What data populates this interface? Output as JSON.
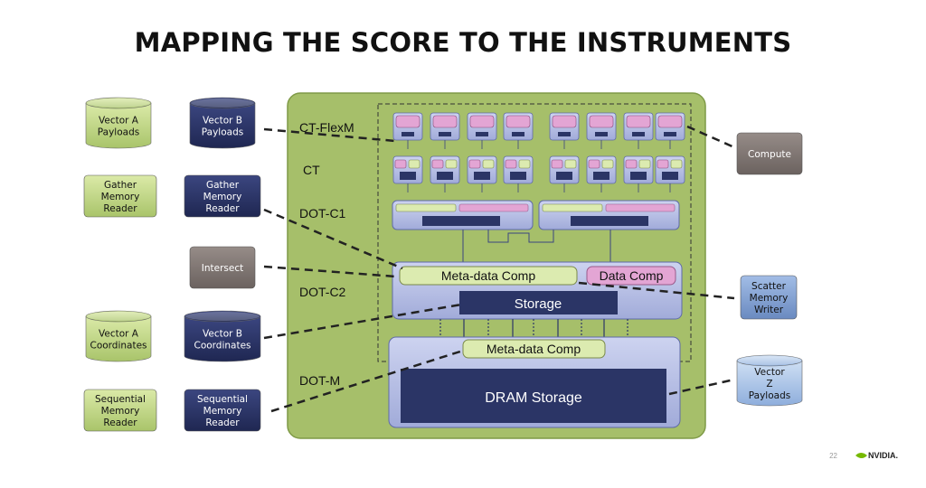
{
  "title": "MAPPING THE SCORE TO THE INSTRUMENTS",
  "page_number": "22",
  "logo_text": "NVIDIA.",
  "chip_labels": {
    "ct_flexm": "CT-FlexM",
    "ct": "CT",
    "dot_c1": "DOT-C1",
    "dot_c2": "DOT-C2",
    "dot_m": "DOT-M"
  },
  "blocks": {
    "meta_data_comp_c2": "Meta-data Comp",
    "data_comp": "Data Comp",
    "storage": "Storage",
    "meta_data_comp_m": "Meta-data Comp",
    "dram_storage": "DRAM Storage"
  },
  "left_items": {
    "vector_a_payloads": [
      "Vector A",
      "Payloads"
    ],
    "vector_b_payloads": [
      "Vector B",
      "Payloads"
    ],
    "gather_reader_a": [
      "Gather",
      "Memory",
      "Reader"
    ],
    "gather_reader_b": [
      "Gather",
      "Memory",
      "Reader"
    ],
    "intersect": [
      "Intersect"
    ],
    "vector_a_coordinates": [
      "Vector A",
      "Coordinates"
    ],
    "vector_b_coordinates": [
      "Vector B",
      "Coordinates"
    ],
    "sequential_reader_a": [
      "Sequential",
      "Memory",
      "Reader"
    ],
    "sequential_reader_b": [
      "Sequential",
      "Memory",
      "Reader"
    ]
  },
  "right_items": {
    "compute": [
      "Compute"
    ],
    "scatter_writer": [
      "Scatter",
      "Memory",
      "Writer"
    ],
    "vector_z_payloads": [
      "Vector",
      "Z",
      "Payloads"
    ]
  },
  "colors": {
    "chip_green": "#a6bf6a",
    "chip_green_dark": "#7f9a47",
    "light_green": "#c8dd8e",
    "navy": "#2b3566",
    "gray_brown": "#7d7470",
    "steel_blue": "#7f9fcf",
    "light_blue": "#aec6e8",
    "lavender": "#b8c0e4",
    "pink": "#e3a5d4"
  }
}
